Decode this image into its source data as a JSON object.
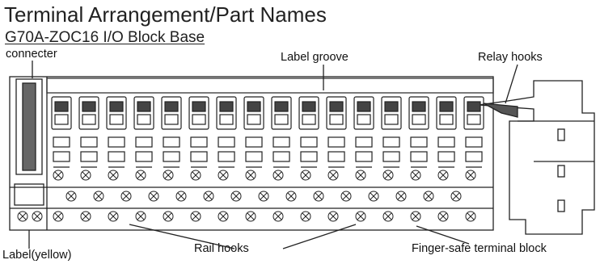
{
  "title": "Terminal Arrangement/Part Names",
  "subtitle": "G70A-ZOC16 I/O Block Base",
  "callouts": {
    "connecter": "connecter",
    "label_groove": "Label groove",
    "relay_hooks": "Relay hooks",
    "label_yellow": "Label(yellow)",
    "rail_hooks": "Rail hooks",
    "finger_safe": "Finger-safe terminal block"
  },
  "counts": {
    "relay_sockets": 16,
    "terminal_rows": 3
  }
}
